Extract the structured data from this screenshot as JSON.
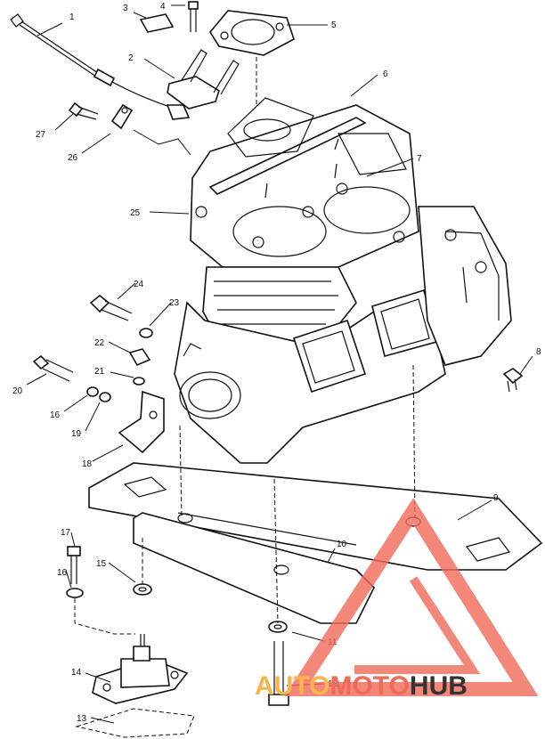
{
  "labels": [
    "1",
    "2",
    "3",
    "4",
    "5",
    "6",
    "7",
    "8",
    "9",
    "10",
    "11",
    "12",
    "13",
    "14",
    "15",
    "16",
    "16",
    "17",
    "18",
    "19",
    "20",
    "21",
    "22",
    "23",
    "24",
    "25",
    "26",
    "27"
  ],
  "watermark": {
    "part1": "AUTO",
    "part2": "MOTO",
    "part3": "HUB",
    "color1": "#f7b54a",
    "color2": "#f06a5a",
    "color3": "#333333",
    "logo_color": "#f06a5a"
  }
}
